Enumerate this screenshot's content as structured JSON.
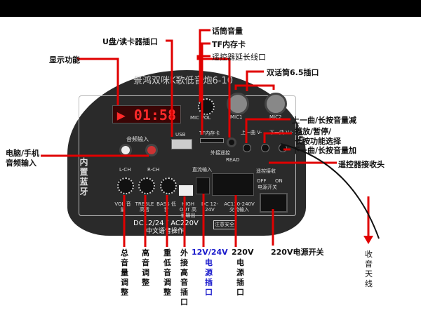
{
  "panel": {
    "brand": "景鸿双咪K歌低音炮6-10",
    "display": "▶ 01:58",
    "usb": "USB",
    "tf": "TF内存卡",
    "mic_vol": "MIC VOL",
    "mic1": "MIC1",
    "mic2": "MIC2",
    "audio_in": "音频输入",
    "lch": "L-CH",
    "rch": "R-CH",
    "bluetooth": "Bluetooth",
    "builtin_bt": "内置蓝牙",
    "dc_in": "直流输入",
    "remote_recv": "遥控接收",
    "power_off": "OFF",
    "power_on": "ON",
    "power_switch": "电源开关",
    "vol": "VOL 音量",
    "treble": "TREBLE 高音",
    "bass": "BASS 低音",
    "high_out": "HIGH OUT 高音输出",
    "dc": "DC 12-24V",
    "ac": "AC110-240V 交流输入",
    "spec": "DC12/24 / AC220V",
    "voice": "中文语音操作",
    "ext_remote": "外接遥控",
    "read": "READ",
    "prev": "上一曲 V-",
    "next": "下一曲 V+",
    "safety": "注意安全"
  },
  "callouts": {
    "mic_volume": "话筒音量",
    "usb_port": "U盘/读卡器插口",
    "tf_card": "TF内存卡",
    "remote_ext": "遥控器延长线口",
    "display": "显示功能",
    "dual_mic": "双话筒6.5插口",
    "prev": "上一曲/长按音量减",
    "play_1": "播放/暂停/",
    "play_2": "长按功能选择",
    "next": "下一曲/长按音量加",
    "remote_recv": "遥控器接收头",
    "audio_in_1": "电脑/手机",
    "audio_in_2": "音频输入",
    "total_vol": "总音量调整",
    "treble": "高音调整",
    "bass": "重低音调整",
    "high_out": "外接高音插口",
    "dc_power_1": "12V/24V",
    "dc_power_2": "电源插口",
    "ac_power": "220V",
    "ac_power_2": "电源插口",
    "power_switch": "220V电源开关",
    "antenna": "收音天线"
  },
  "colors": {
    "callout_line": "#e00000",
    "dc_label": "#1a1acc"
  }
}
